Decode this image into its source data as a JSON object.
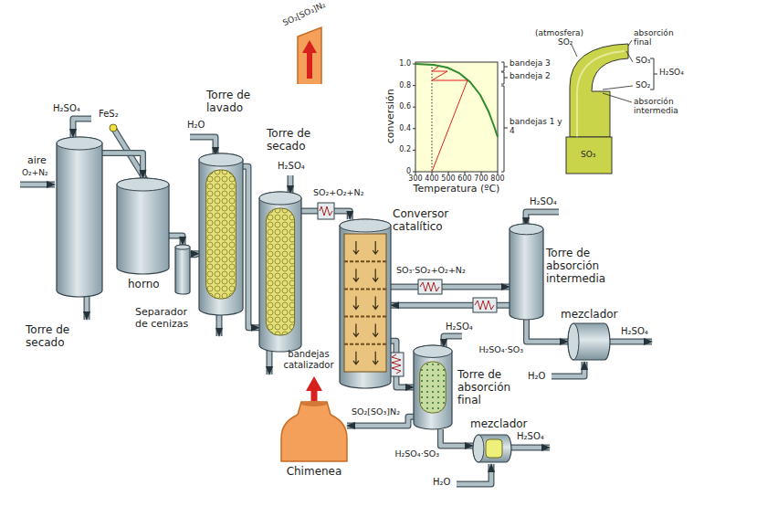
{
  "diagram": {
    "nodes": [
      {
        "text": [
          "Torre de secado"
        ]
      },
      {
        "text": [
          "horno"
        ]
      },
      {
        "text": [
          "Separador de cenizas"
        ]
      },
      {
        "text": [
          "Torre de lavado"
        ]
      },
      {
        "text": [
          "Torre de secado"
        ]
      },
      {
        "text": [
          "Conversor catalítico"
        ]
      },
      {
        "text": [
          "Torre de absorción intermedia"
        ]
      },
      {
        "text": [
          "mezclador"
        ]
      },
      {
        "text": [
          "Torre de absorción final"
        ]
      },
      {
        "text": [
          "mezclador"
        ]
      },
      {
        "text": [
          "Chimenea"
        ]
      }
    ],
    "edges": [
      {
        "from": 0,
        "to": 1,
        "arrow": "to"
      },
      {
        "from": 1,
        "to": 2,
        "arrow": "to"
      },
      {
        "from": 2,
        "to": 3,
        "arrow": "to"
      },
      {
        "from": 3,
        "to": 4,
        "arrow": "to"
      },
      {
        "from": 4,
        "to": 5,
        "label": "SO₂+O₂+N₂",
        "arrow": "to"
      },
      {
        "from": 5,
        "to": 6,
        "label": "SO₃·SO₂+O₂+N₂",
        "arrow": "to"
      },
      {
        "from": 6,
        "to": 5,
        "arrow": "to"
      },
      {
        "from": 6,
        "to": 7,
        "label": "H₂SO₄·SO₃",
        "arrow": "to"
      },
      {
        "from": 5,
        "to": 8,
        "arrow": "to"
      },
      {
        "from": 8,
        "to": 9,
        "label": "H₂SO₄·SO₃",
        "arrow": "to"
      },
      {
        "from": 8,
        "to": 10,
        "label": "SO₂[SO₃]N₂",
        "arrow": "to"
      }
    ],
    "labels": [
      "aire",
      "O₂+N₂",
      "H₂SO₄",
      "FeS₂",
      "H₂O",
      "H₂SO₄",
      "bandejas catalizador",
      "H₂SO₄",
      "H₂SO₄",
      "H₂O",
      "H₂SO₄",
      "H₂O",
      "H₂SO₄",
      "SO₂[SO₃]N₂",
      "conversión",
      "1.0",
      "0.8",
      "0.6",
      "0.4",
      "0.2",
      "0",
      "300",
      "400",
      "500",
      "600",
      "700",
      "800",
      "Temperatura (ºC)",
      "bandeja 3",
      "bandeja 2",
      "bandejas 1 y 4",
      "(atmosfera)",
      "SO₂",
      "absorción final",
      "SO₃",
      "SO₂",
      "H₂SO₄",
      "absorción intermedia",
      "SO₃"
    ]
  }
}
